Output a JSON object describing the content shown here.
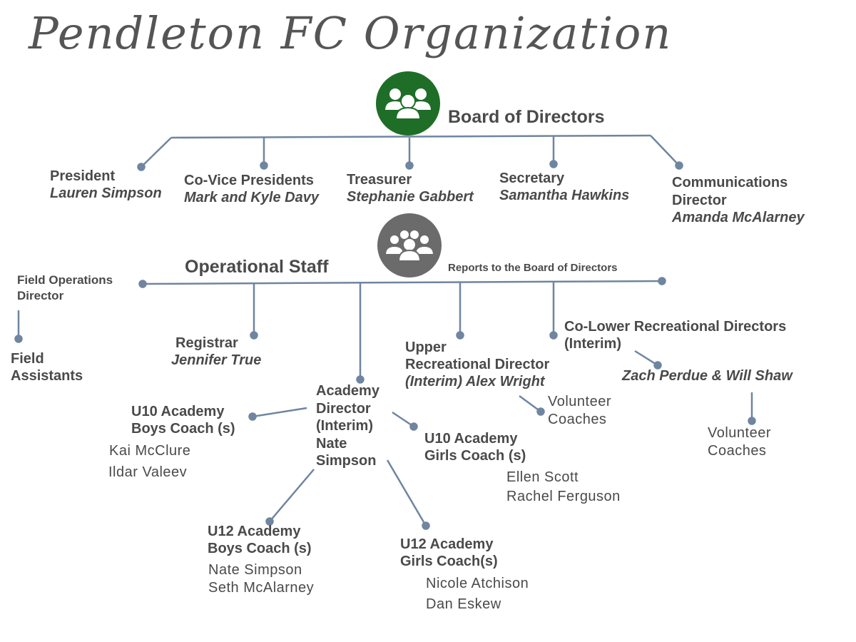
{
  "title": "Pendleton FC Organization",
  "colors": {
    "board": "#1e6e28",
    "staff": "#6b6b6b",
    "line": "#6f85a0",
    "text": "#4a4a4a"
  },
  "board": {
    "heading": "Board of Directors",
    "icon": "group-icon",
    "members": [
      {
        "role": "President",
        "name": "Lauren Simpson"
      },
      {
        "role": "Co-Vice Presidents",
        "name": "Mark and Kyle Davy"
      },
      {
        "role": "Treasurer",
        "name": "Stephanie Gabbert"
      },
      {
        "role": "Secretary",
        "name": "Samantha Hawkins"
      },
      {
        "role": "Communications",
        "role2": "Director",
        "name": "Amanda McAlarney"
      }
    ]
  },
  "staff": {
    "heading": "Operational Staff",
    "note": "Reports to the Board of Directors",
    "icon": "group-icon",
    "field_ops": {
      "l1": "Field  Operations",
      "l2": "Director"
    },
    "field_assistants": {
      "l1": "Field",
      "l2": "Assistants"
    },
    "registrar": {
      "role": "Registrar",
      "name": "Jennifer True"
    },
    "academy": {
      "l1": "Academy",
      "l2": "Director",
      "l3": "(Interim)",
      "l4": "Nate",
      "l5": "Simpson"
    },
    "upper_rec": {
      "l1": "Upper",
      "l2": "Recreational Director",
      "l3": "(Interim) Alex Wright",
      "vol1": "Volunteer",
      "vol2": "Coaches"
    },
    "lower_rec": {
      "l1": "Co-Lower Recreational Directors",
      "l2": "(Interim)",
      "name": "Zach Perdue & Will Shaw",
      "vol1": "Volunteer",
      "vol2": "Coaches"
    },
    "u10_boys": {
      "l1": "U10 Academy",
      "l2": "Boys Coach (s)",
      "c1": "Kai McClure",
      "c2": "Ildar Valeev"
    },
    "u10_girls": {
      "l1": "U10 Academy",
      "l2": "Girls Coach (s)",
      "c1": "Ellen Scott",
      "c2": "Rachel Ferguson"
    },
    "u12_boys": {
      "l1": "U12 Academy",
      "l2": "Boys Coach (s)",
      "c1": "Nate Simpson",
      "c2": "Seth McAlarney"
    },
    "u12_girls": {
      "l1": "U12 Academy",
      "l2": "Girls Coach(s)",
      "c1": "Nicole Atchison",
      "c2": "Dan Eskew"
    }
  }
}
